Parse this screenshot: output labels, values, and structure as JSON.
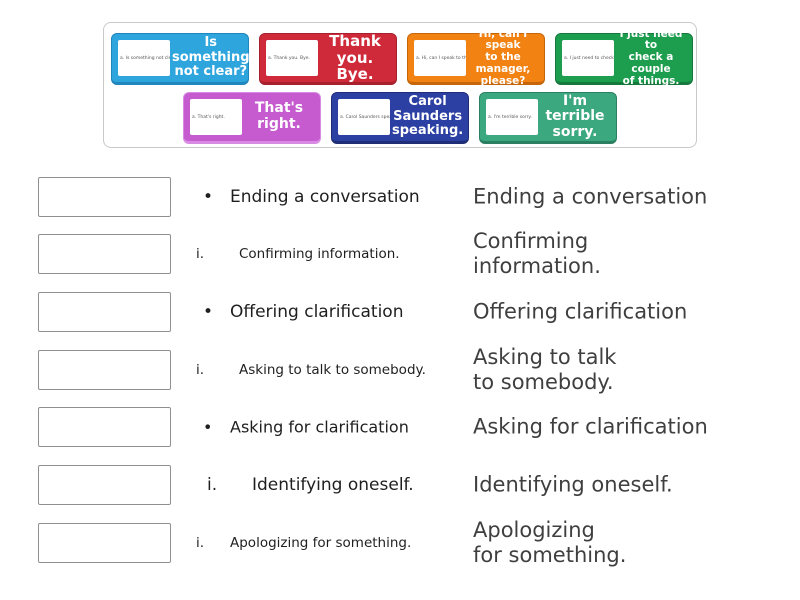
{
  "bank": {
    "cards": [
      {
        "mini": "a.    Is something not clear?",
        "label": "Is\nsomething\nnot clear?",
        "bg": "#2fa5dd",
        "edge": "#2186bd"
      },
      {
        "mini": "a.    Thank you. Bye.",
        "label": "Thank\nyou. Bye.",
        "bg": "#cf2a3a",
        "edge": "#a81f2d"
      },
      {
        "mini": "a.    Hi, can I speak to the manager, please?",
        "label": "Hi, can I speak\nto the manager,\nplease?",
        "bg": "#f28211",
        "edge": "#c6660a"
      },
      {
        "mini": "a.    I just need to check a couple of things.",
        "label": "I just need to\ncheck a couple\nof things.",
        "bg": "#1d9e4f",
        "edge": "#15793c"
      },
      {
        "mini": "a.    That's right.",
        "label": "That's\nright.",
        "bg": "#c65bd0",
        "edge": "#d98ae2"
      },
      {
        "mini": "a.    Carol Saunders speaking.",
        "label": "Carol\nSaunders\nspeaking.",
        "bg": "#2c3fa3",
        "edge": "#202e78"
      },
      {
        "mini": "a.    I'm terrible sorry.",
        "label": "I'm terrible\nsorry.",
        "bg": "#3ca87f",
        "edge": "#2b8061"
      }
    ]
  },
  "rows": [
    {
      "marker": "•",
      "left": "Ending a conversation",
      "right": "Ending a conversation"
    },
    {
      "marker": "i.",
      "left": "Confirming information.",
      "right": "Confirming\ninformation."
    },
    {
      "marker": "•",
      "left": "Offering clarification",
      "right": "Offering clarification"
    },
    {
      "marker": "i.",
      "left": "Asking to talk to somebody.",
      "right": "Asking to talk\nto somebody."
    },
    {
      "marker": "•",
      "left": "Asking for clarification",
      "right": "Asking for clarification"
    },
    {
      "marker": "i.",
      "left": "Identifying oneself.",
      "right": "Identifying oneself."
    },
    {
      "marker": "i.",
      "left": "Apologizing for something.",
      "right": "Apologizing\nfor something."
    }
  ]
}
